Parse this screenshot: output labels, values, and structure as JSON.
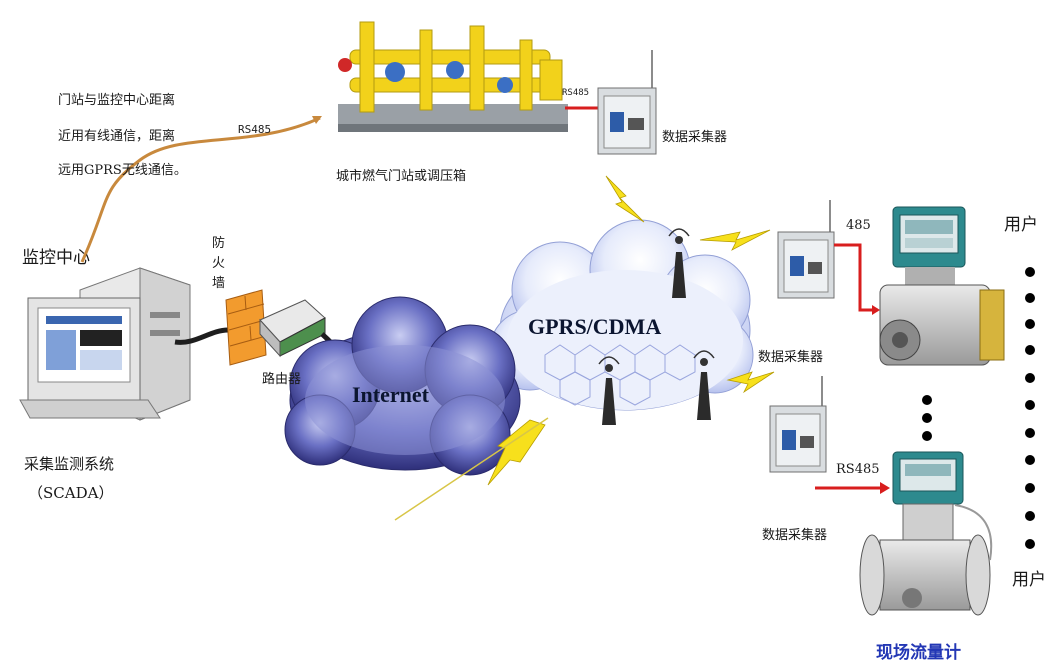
{
  "labels": {
    "note_line1": "门站与监控中心距离",
    "note_line2": "近用有线通信，距离",
    "note_line3": "远用GPRS无线通信。",
    "rs485_orange": "RS485",
    "rs485_top": "RS485",
    "gate_station": "城市燃气门站或调压箱",
    "collector_top": "数据采集器",
    "monitor_center": "监控中心",
    "firewall": "防火墙",
    "router": "路由器",
    "internet": "Internet",
    "gprs": "GPRS/CDMA",
    "collector_mid": "数据采集器",
    "rs485_mid": "485",
    "rs485_bottom": "RS485",
    "collector_bottom": "数据采集器",
    "user_top": "用户",
    "user_bottom": "用户",
    "scada_line1": "采集监测系统",
    "scada_line2": "（SCADA）",
    "flow_meter": "现场流量计"
  },
  "colors": {
    "link_red": "#d81e1e",
    "link_orange": "#c8893d",
    "pipe_yellow": "#f2d21b",
    "cloud_blue": "#5b63b8",
    "lightning": "#f7e01c"
  }
}
